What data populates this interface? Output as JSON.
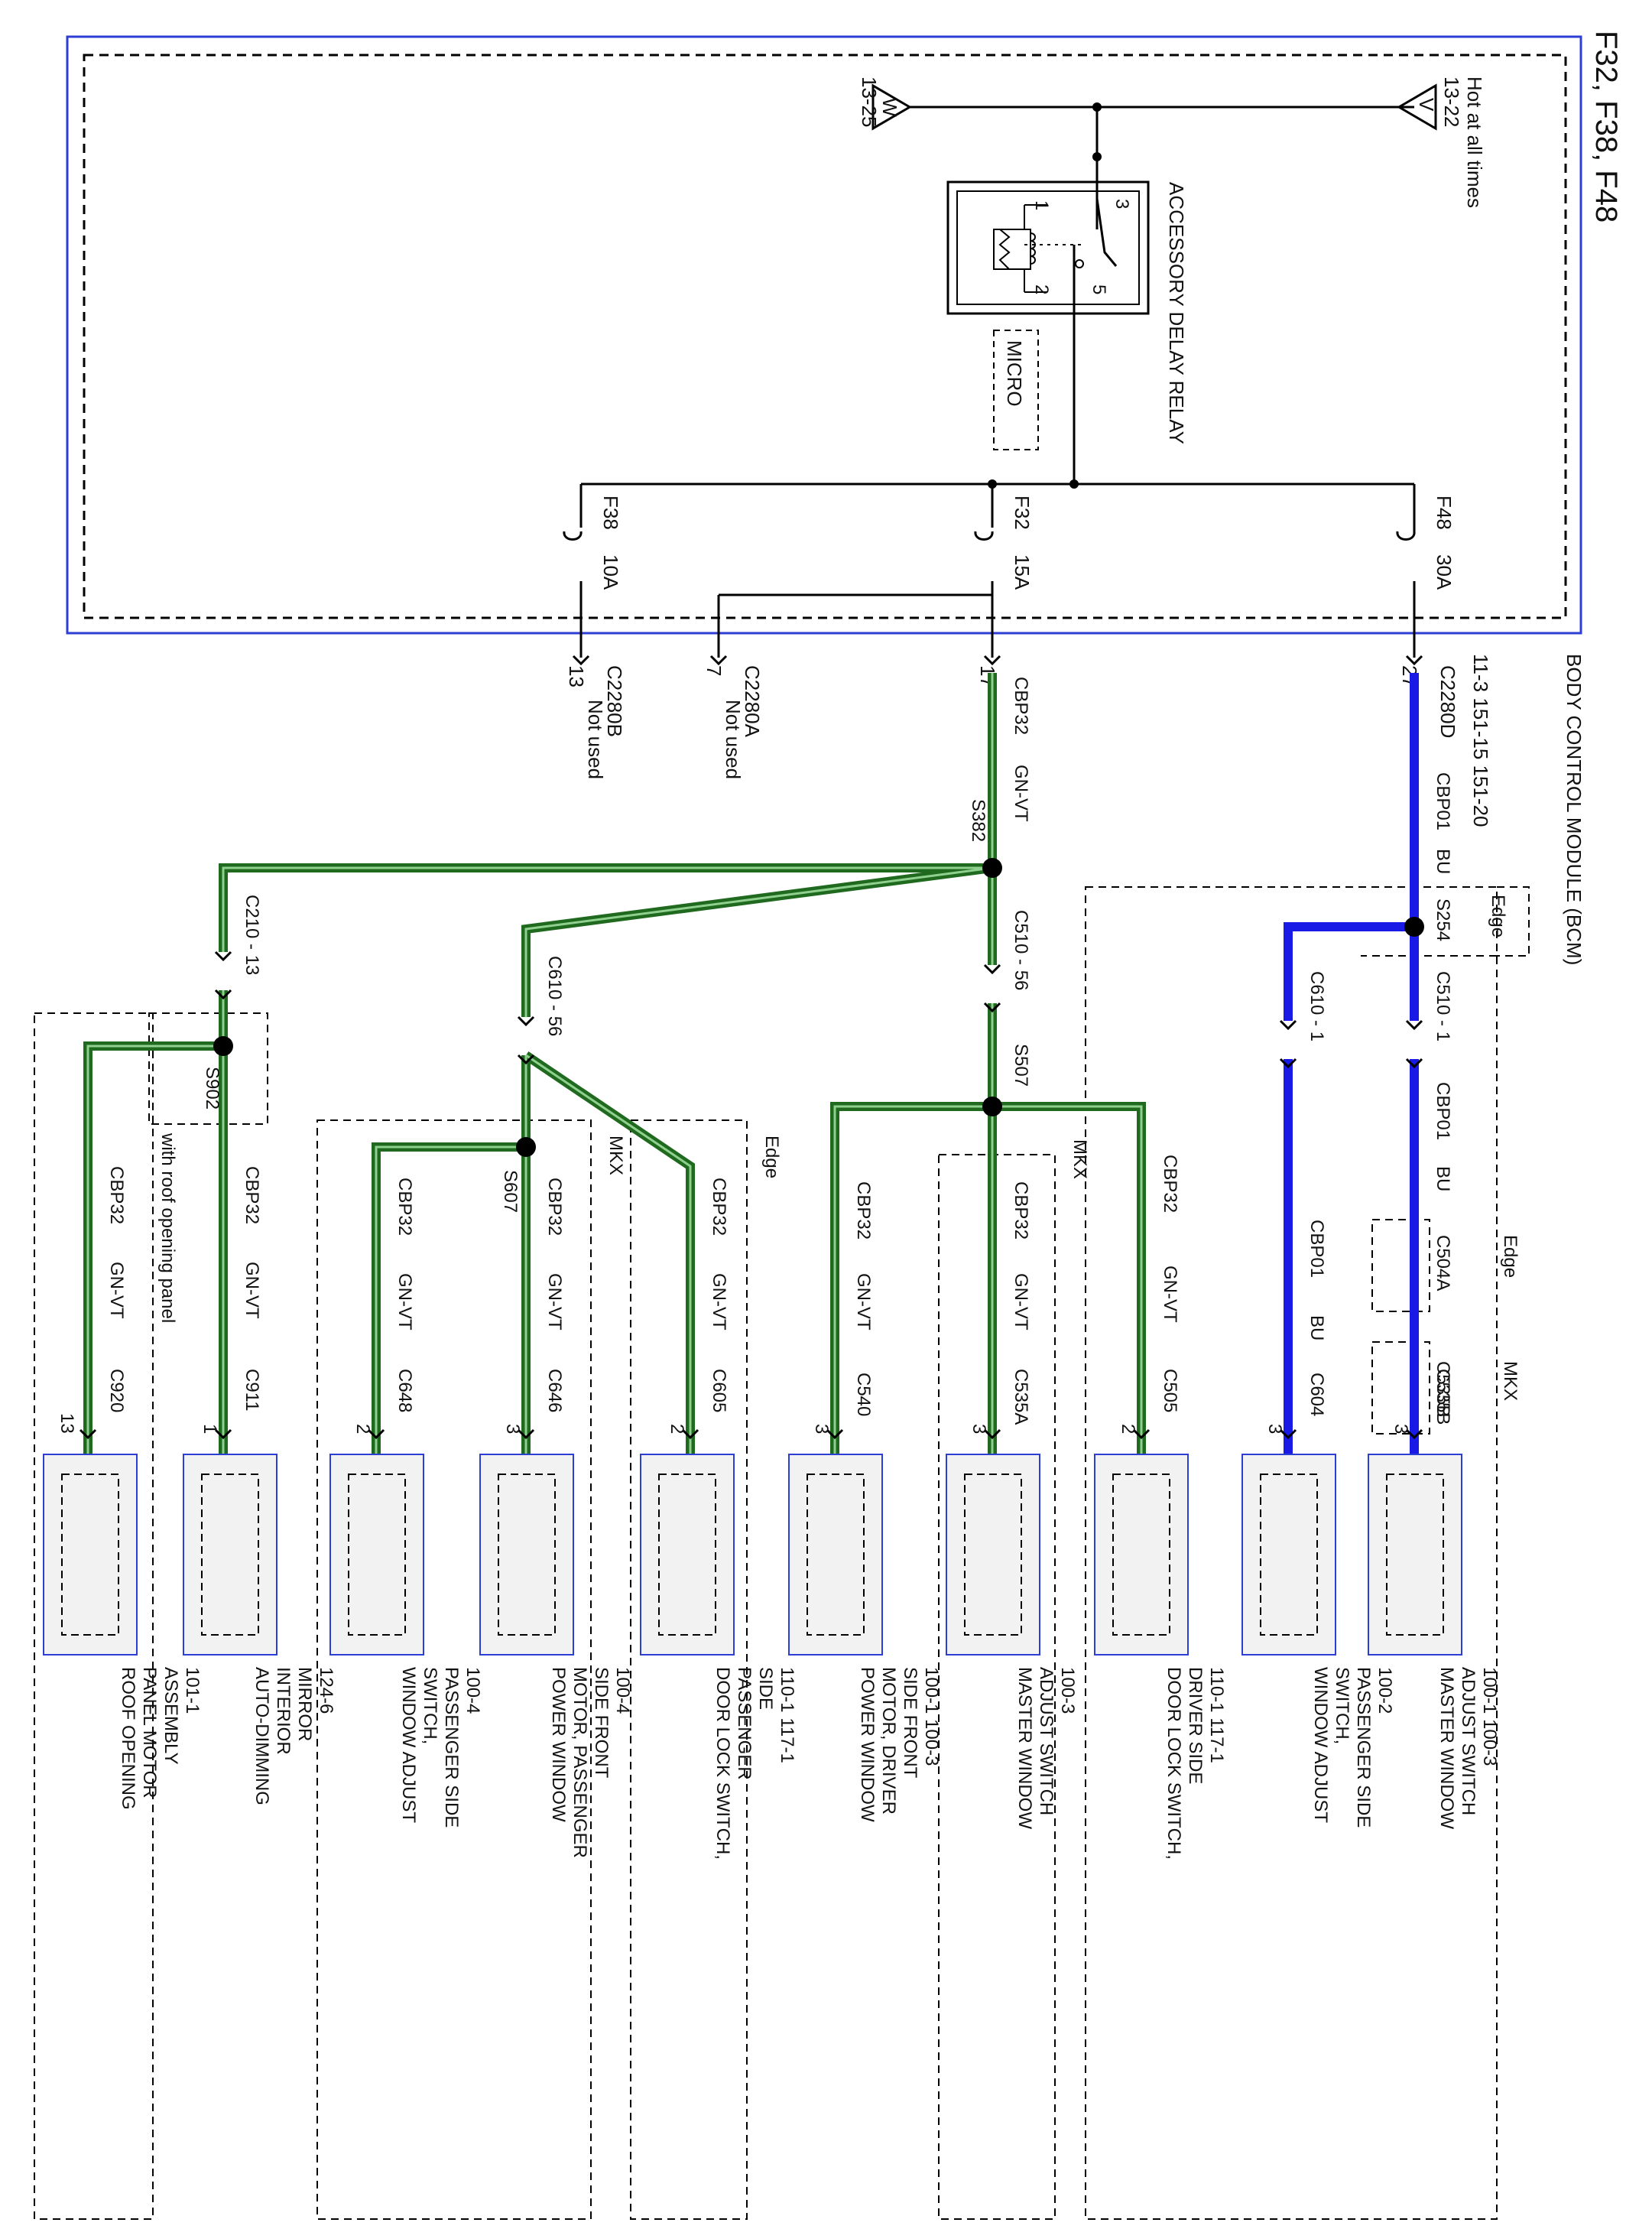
{
  "title": "F32, F38, F48",
  "module": {
    "hot_label": "Hot at all times",
    "hot_ref": "13-22",
    "w_ref": "13-25",
    "v_symbol": "V",
    "w_symbol": "W",
    "relay_name": "ACCESSORY DELAY RELAY",
    "relay_pins": [
      "3",
      "1",
      "5",
      "2"
    ],
    "micro": "MICRO",
    "name": "BODY CONTROL MODULE (BCM)",
    "refs": "11-3 151-15 151-20"
  },
  "fuses": [
    {
      "id": "F48",
      "rating": "30A"
    },
    {
      "id": "F32",
      "rating": "15A"
    },
    {
      "id": "F38",
      "rating": "10A"
    }
  ],
  "pins": [
    {
      "connector": "C2280D",
      "pin": "27",
      "note": ""
    },
    {
      "connector": "",
      "pin": "17",
      "note": ""
    },
    {
      "connector": "C2280A",
      "pin": "7",
      "note": "Not used"
    },
    {
      "connector": "C2280B",
      "pin": "13",
      "note": "Not used"
    }
  ],
  "wires": {
    "blue_circuit": "CBP01",
    "blue_color": "BU",
    "green_circuit": "CBP32",
    "green_color": "GN-VT"
  },
  "splices": [
    "S254",
    "S382",
    "S507",
    "S902",
    "S607"
  ],
  "inline_connectors": [
    "C510 - 1",
    "C610 - 1",
    "C510 - 56",
    "C610 - 56",
    "C210 - 13",
    "C504A",
    "C535B"
  ],
  "zone_labels": [
    "Edge",
    "MKX",
    "Edge",
    "MKX",
    "MKX",
    "Edge",
    "with roof opening panel"
  ],
  "components": [
    {
      "connector": "C535B",
      "pin": "3",
      "lines": [
        "MASTER WINDOW",
        "ADJUST SWITCH",
        "100-1    100-3"
      ]
    },
    {
      "connector": "C604",
      "pin": "3",
      "lines": [
        "WINDOW ADJUST",
        "SWITCH,",
        "PASSENGER SIDE",
        "100-2"
      ]
    },
    {
      "connector": "C505",
      "pin": "2",
      "lines": [
        "DOOR LOCK SWITCH,",
        "DRIVER SIDE",
        "110-1    117-1"
      ]
    },
    {
      "connector": "C535A",
      "pin": "3",
      "lines": [
        "MASTER WINDOW",
        "ADJUST SWITCH",
        "100-3"
      ]
    },
    {
      "connector": "C540",
      "pin": "3",
      "lines": [
        "POWER WINDOW",
        "MOTOR, DRIVER",
        "SIDE FRONT",
        "100-1    100-3"
      ]
    },
    {
      "connector": "C605",
      "pin": "2",
      "lines": [
        "DOOR LOCK SWITCH,",
        "PASSENGER",
        "SIDE",
        "110-1    117-1"
      ]
    },
    {
      "connector": "C646",
      "pin": "3",
      "lines": [
        "POWER WINDOW",
        "MOTOR, PASSENGER",
        "SIDE FRONT",
        "100-4"
      ]
    },
    {
      "connector": "C648",
      "pin": "2",
      "lines": [
        "WINDOW ADJUST",
        "SWITCH,",
        "PASSENGER SIDE",
        "100-4"
      ]
    },
    {
      "connector": "C911",
      "pin": "1",
      "lines": [
        "AUTO-DIMMING",
        "INTERIOR",
        "MIRROR",
        "124-6"
      ]
    },
    {
      "connector": "C920",
      "pin": "13",
      "lines": [
        "ROOF OPENING",
        "PANEL MOTOR",
        "ASSEMBLY",
        "101-1"
      ]
    }
  ]
}
